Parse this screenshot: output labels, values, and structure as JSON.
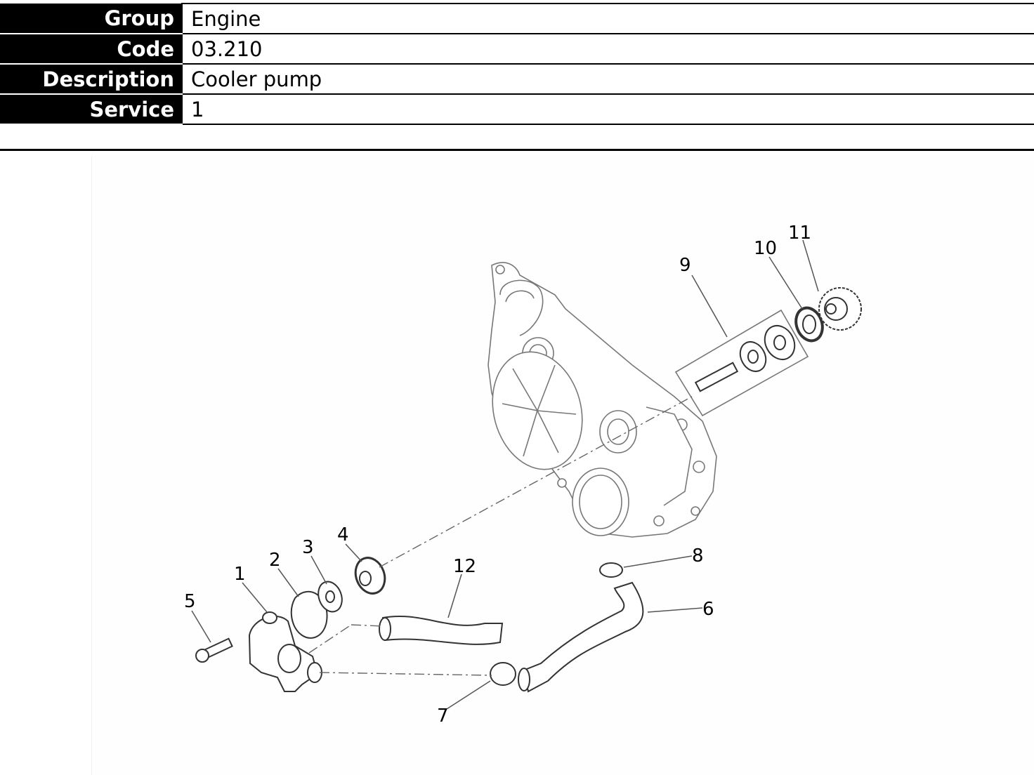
{
  "header": {
    "rows": [
      {
        "label": "Group",
        "value": "Engine"
      },
      {
        "label": "Code",
        "value": "03.210"
      },
      {
        "label": "Description",
        "value": "Cooler pump"
      },
      {
        "label": "Service",
        "value": "1"
      }
    ]
  },
  "diagram": {
    "callouts": [
      "1",
      "2",
      "3",
      "4",
      "5",
      "6",
      "7",
      "8",
      "9",
      "10",
      "11",
      "12"
    ]
  }
}
